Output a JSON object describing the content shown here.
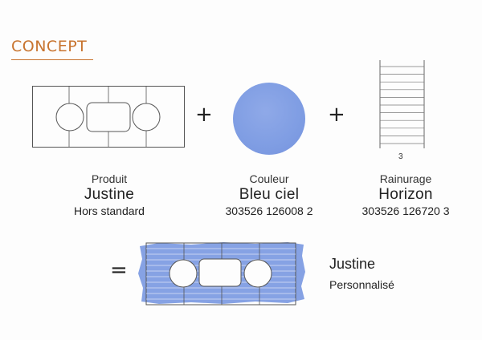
{
  "section_title": "CONCEPT",
  "operators": {
    "plus": "+",
    "equals": "="
  },
  "product": {
    "caption": "Produit",
    "name": "Justine",
    "detail": "Hors standard"
  },
  "color": {
    "caption": "Couleur",
    "name": "Bleu ciel",
    "code": "303526 126008 2",
    "swatch_hex": "#7f9de3"
  },
  "grooving": {
    "caption": "Rainurage",
    "name": "Horizon",
    "code": "303526 126720 3",
    "sample_number": "3"
  },
  "result": {
    "name": "Justine",
    "detail": "Personnalisé"
  },
  "colors": {
    "accent": "#c8742f",
    "line": "#555555",
    "fill": "#7f9de3"
  }
}
